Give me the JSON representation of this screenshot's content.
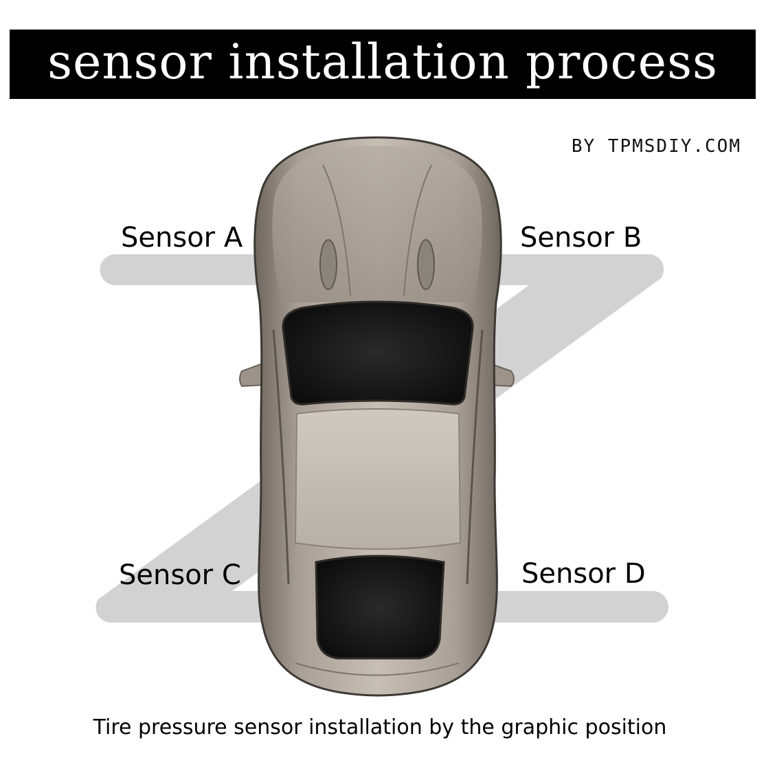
{
  "header": {
    "title": "sensor installation process"
  },
  "byline": "BY TPMSDIY.COM",
  "sensors": {
    "a": "Sensor A",
    "b": "Sensor B",
    "c": "Sensor C",
    "d": "Sensor D"
  },
  "caption": "Tire pressure sensor installation by the graphic position",
  "colors": {
    "title_bar": "#000000",
    "title_text": "#ffffff",
    "path": "#d2d2d2",
    "car_body": "#a49c92",
    "glass": "#1a1a1a"
  },
  "icons": {
    "car": "car-top-view-icon"
  }
}
